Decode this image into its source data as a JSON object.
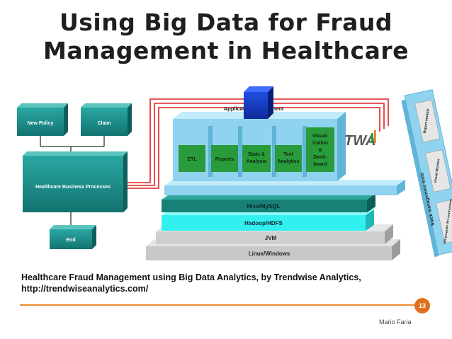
{
  "slide": {
    "title_line1": "Using Big Data for Fraud",
    "title_line2": "Management in Healthcare",
    "caption_line1": "Healthcare Fraud Management using Big Data Analytics, by Trendwise Analytics,",
    "caption_line2": "http://trendwiseanalytics.com/",
    "page_number": "13",
    "author": "Mario Faria"
  },
  "colors": {
    "teal_box": "#1a8c88",
    "green_module": "#2a9b3a",
    "light_blue": "#8fd3f0",
    "dark_teal_layer": "#178178",
    "cyan_layer": "#33f0f0",
    "gray_layer": "#c8c8c8",
    "app_component_cube": "#1a3fcf",
    "connector_red": "#e02020",
    "accent_orange": "#e88a2e"
  },
  "process_flow": {
    "new_policy": "New Policy",
    "claim": "Claim",
    "business_processes": "Healthcare Business Processes",
    "end": "End"
  },
  "stack": {
    "application_component": "Application Component",
    "modules": {
      "etl": "ETL",
      "reports": "Reports",
      "stats_1": "Stats &",
      "stats_2": "Analysis",
      "text_1": "Text",
      "text_2": "Analytics",
      "vis_1": "Visual-",
      "vis_2": "ization",
      "vis_3": "&",
      "vis_4": "Dash-",
      "vis_5": "board"
    },
    "hive": "Hive/MySQL",
    "hadoop": "Hadoop/HDFS",
    "jvm": "JVM",
    "os": "Linux/Windows",
    "logo": "TWA"
  },
  "tools_panel": {
    "label": "Stack management tools",
    "items": [
      "Report module",
      "Visual Monitor",
      "MR program dev environment"
    ]
  }
}
